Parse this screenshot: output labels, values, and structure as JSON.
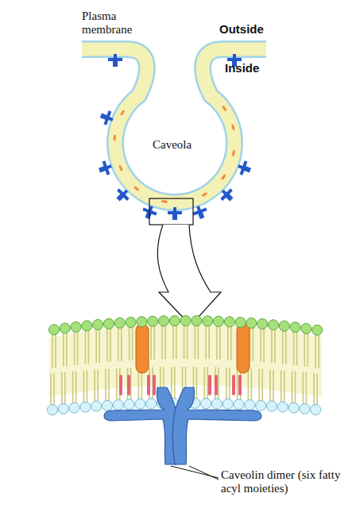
{
  "diagram": {
    "labels": [
      "Plasma membrane",
      "Outside",
      "Inside",
      "Caveola",
      "Caveolin dimer (six fatty acyl moieties)"
    ]
  }
}
